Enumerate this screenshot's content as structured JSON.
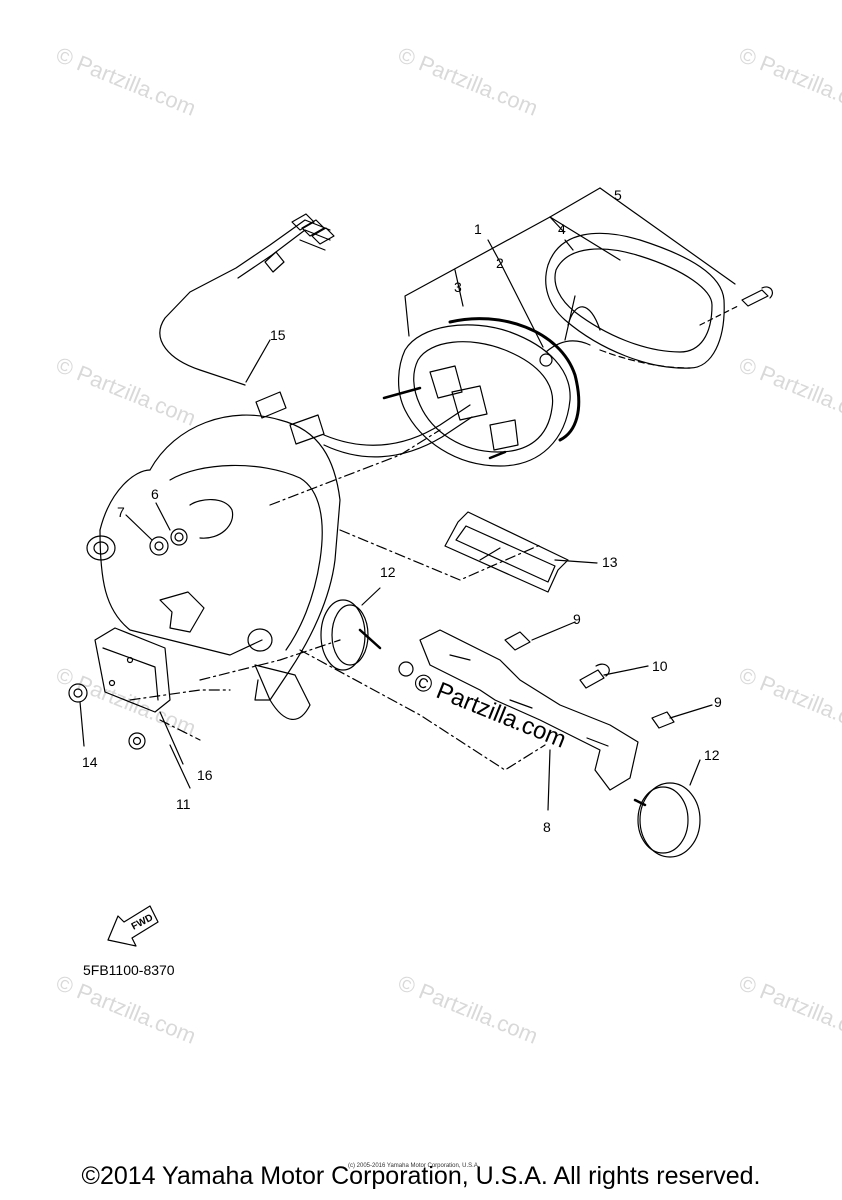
{
  "watermark": "© Partzilla.com",
  "center_watermark": "© Partzilla.com",
  "callouts": {
    "c1": "1",
    "c2": "2",
    "c3": "3",
    "c4": "4",
    "c5": "5",
    "c6": "6",
    "c7": "7",
    "c8": "8",
    "c9a": "9",
    "c9b": "9",
    "c10": "10",
    "c11": "11",
    "c12a": "12",
    "c12b": "12",
    "c13": "13",
    "c14": "14",
    "c15": "15",
    "c16": "16"
  },
  "fwd_label": "FWD",
  "diagram_code": "5FB1100-8370",
  "copyright": "©2014 Yamaha Motor Corporation, U.S.A. All rights reserved.",
  "tiny_copyright": "(c) 2005-2016 Yamaha Motor Corporation, U.S.A."
}
